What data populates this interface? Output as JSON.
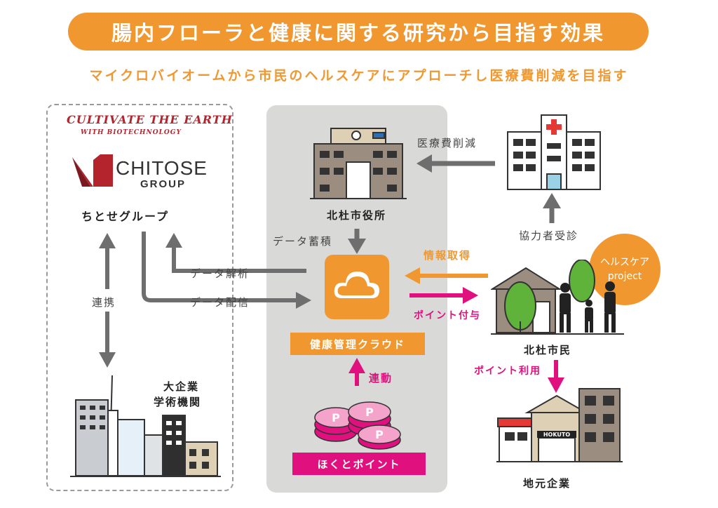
{
  "title": "腸内フローラと健康に関する研究から目指す効果",
  "subtitle": "マイクロバイオームから市民のヘルスケアにアプローチし医療費削減を目指す",
  "left": {
    "slogan_line1": "CULTIVATE THE EARTH",
    "slogan_line2": "WITH BIOTECHNOLOGY",
    "brand": "CHITOSE",
    "brand_sub": "GROUP",
    "group_label": "ちとせグループ",
    "link_label": "連携",
    "enterprise_line1": "大企業",
    "enterprise_line2": "学術機関"
  },
  "center": {
    "city_hall_label": "北杜市役所",
    "data_store_label": "データ蓄積",
    "data_analysis_label": "データ解析",
    "data_delivery_label": "データ配信",
    "cloud_label": "健康管理クラウド",
    "sync_label": "連動",
    "points_label": "ほくとポイント"
  },
  "right": {
    "hospital_flow_label": "医療費削減",
    "participant_label": "協力者受診",
    "info_label": "情報取得",
    "point_grant_label": "ポイント付与",
    "healthcare_line1": "ヘルスケア",
    "healthcare_line2": "project",
    "citizens_label": "北杜市民",
    "point_use_label": "ポイント利用",
    "local_business_label": "地元企業",
    "shop_sign": "HOKUTO"
  },
  "colors": {
    "orange": "#f0982f",
    "magenta": "#e0117f",
    "gray_arrow": "#6e6e6e",
    "brand_red": "#b3242d",
    "panel": "#d9dad8"
  }
}
